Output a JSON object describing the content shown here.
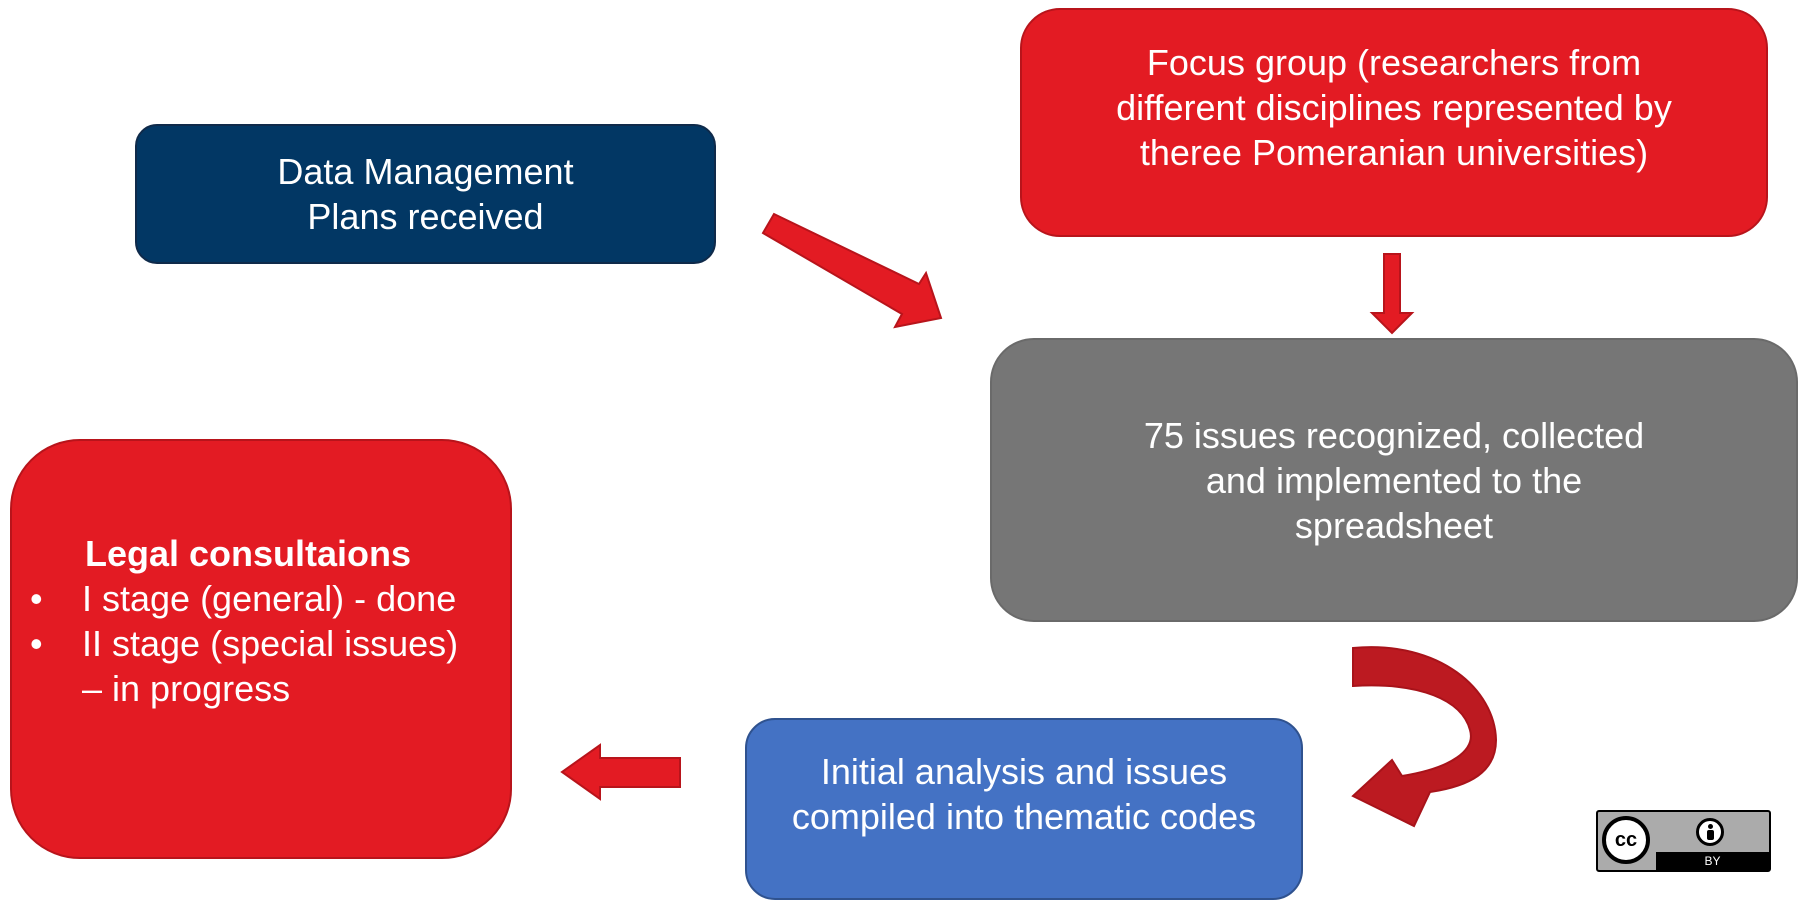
{
  "nodes": {
    "dmp": {
      "lines": [
        "Data Management",
        "Plans received"
      ]
    },
    "focus": {
      "lines": [
        "Focus group (researchers from",
        "different disciplines represented by",
        "theree Pomeranian universities)"
      ]
    },
    "issues": {
      "lines": [
        "75 issues recognized, collected",
        "and implemented to the",
        "spreadsheet"
      ]
    },
    "analysis": {
      "lines": [
        "Initial analysis and issues",
        "compiled into thematic codes"
      ]
    },
    "legal": {
      "title": "Legal consultaions",
      "bullets": [
        "I stage (general) - done",
        "II stage (special issues)",
        "– in progress"
      ]
    }
  },
  "license": {
    "cc": "cc",
    "by": "BY"
  },
  "colors": {
    "red": "#e31b23",
    "navy": "#023764",
    "gray": "#767676",
    "blue": "#4472c4",
    "arrow_dark": "#b8141b"
  }
}
